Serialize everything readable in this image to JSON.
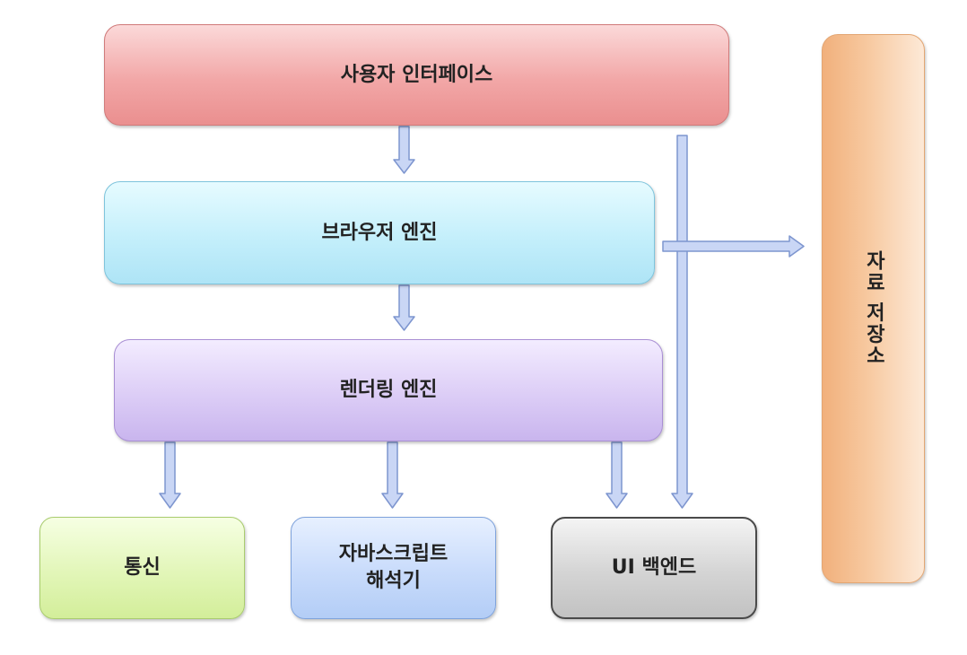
{
  "boxes": {
    "user_interface": "사용자 인터페이스",
    "browser_engine": "브라우저 엔진",
    "rendering_engine": "렌더링 엔진",
    "networking": "통신",
    "js_interpreter": "자바스크립트\n해석기",
    "ui_backend": "UI 백엔드",
    "data_storage": "자료 저장소"
  },
  "colors": {
    "arrow_fill": "#c9d6f5",
    "arrow_stroke": "#7d95cf"
  }
}
